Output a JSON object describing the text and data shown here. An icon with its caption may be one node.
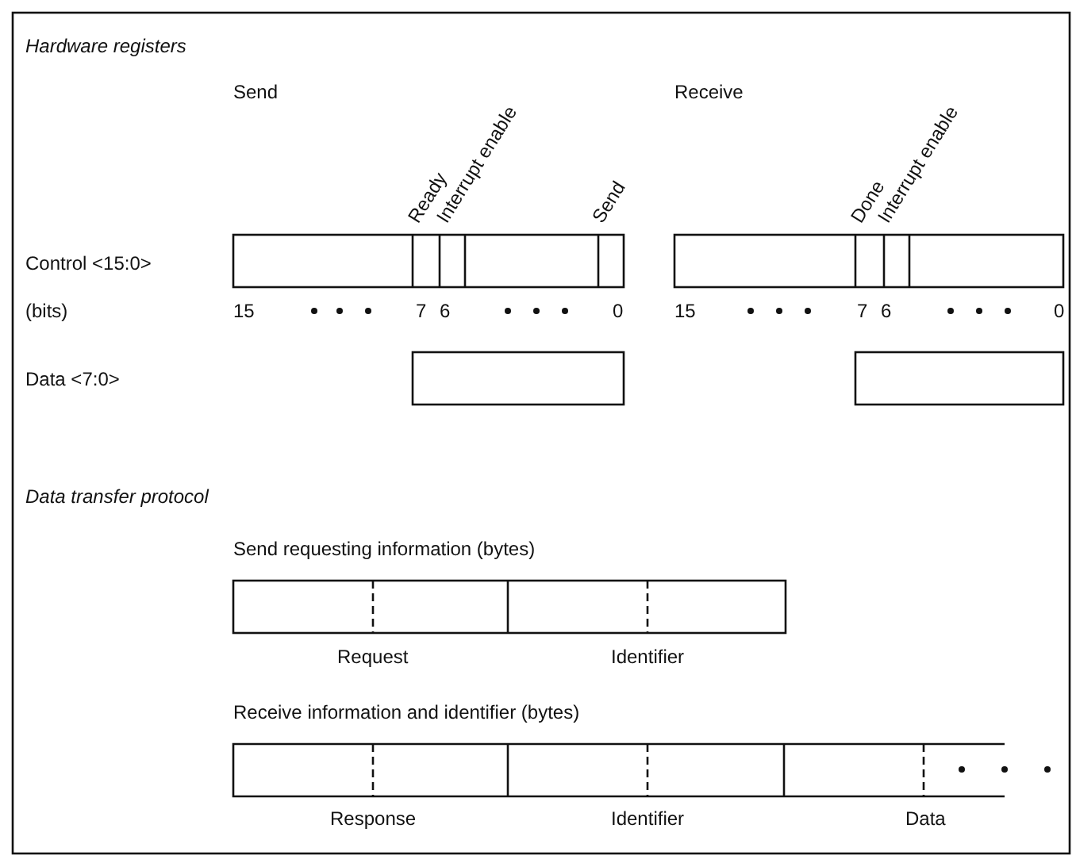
{
  "diagram": {
    "nodes": [
      {
        "text": [],
        "shape": "box"
      },
      {
        "text": [],
        "shape": "box"
      },
      {
        "text": [],
        "shape": "box"
      },
      {
        "text": [],
        "shape": "box"
      },
      {
        "text": [],
        "shape": "box"
      },
      {
        "text": [],
        "shape": "box"
      }
    ],
    "labels": [
      "Hardware registers",
      "Send",
      "Receive",
      "Ready",
      "Interrupt enable",
      "Send",
      "Done",
      "Interrupt enable",
      "Control <15:0>",
      "(bits)",
      "15",
      "7",
      "6",
      "0",
      "15",
      "7",
      "6",
      "0",
      "Data <7:0>",
      "Data transfer protocol",
      "Send requesting information (bytes)",
      "Request",
      "Identifier",
      "Receive information and identifier (bytes)",
      "Response",
      "Identifier",
      "Data"
    ]
  }
}
